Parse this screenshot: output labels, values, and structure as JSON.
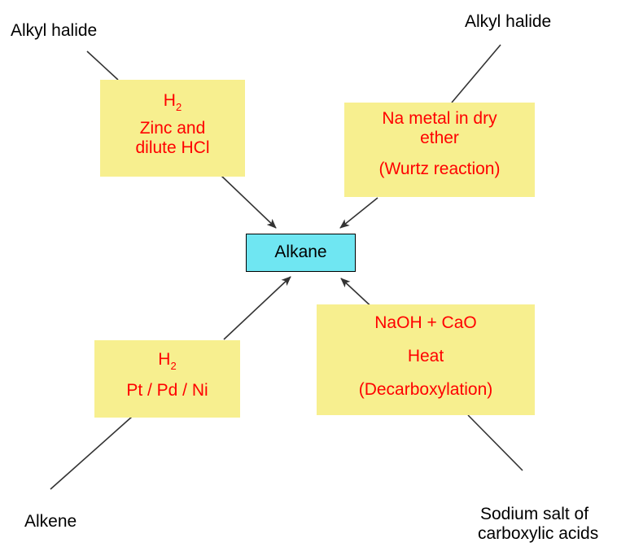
{
  "diagram": {
    "center": {
      "label": "Alkane"
    },
    "sources": {
      "top_left": "Alkyl halide",
      "top_right": "Alkyl halide",
      "bottom_left": "Alkene",
      "bottom_right_line1": "Sodium salt of",
      "bottom_right_line2": "carboxylic acids"
    },
    "reagents": {
      "top_left": {
        "formula_main": "H",
        "formula_sub": "2",
        "line2": "Zinc and",
        "line3": "dilute HCl"
      },
      "top_right": {
        "line1": "Na metal in dry",
        "line2": "ether",
        "line3": "(Wurtz reaction)"
      },
      "bottom_left": {
        "formula_main": "H",
        "formula_sub": "2",
        "line2": "Pt / Pd / Ni"
      },
      "bottom_right": {
        "line1": "NaOH + CaO",
        "line2": "Heat",
        "line3": "(Decarboxylation)"
      }
    },
    "colors": {
      "reagent_box": "#f7ef8f",
      "reagent_text": "#ff0000",
      "center_box": "#6fe6f2",
      "line": "#333333"
    }
  }
}
